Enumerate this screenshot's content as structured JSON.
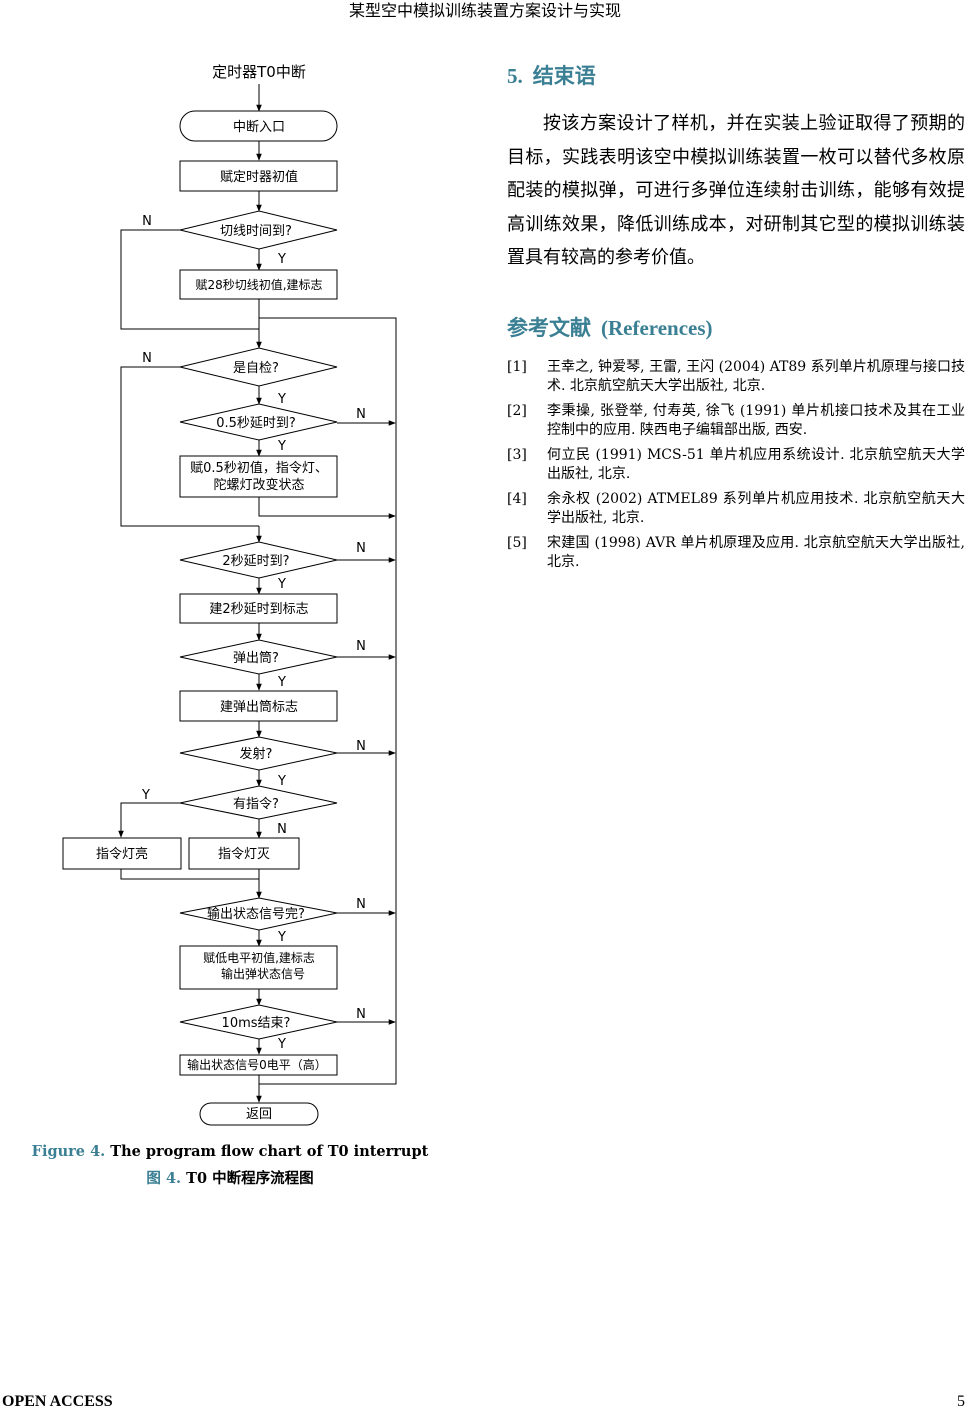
{
  "header": {
    "running_title": "某型空中模拟训练装置方案设计与实现"
  },
  "flowchart": {
    "title": "定时器T0中断",
    "nodes": {
      "entry": "中断入口",
      "init_timer": "赋定时器初值",
      "q_cut_time": "切线时间到?",
      "set_28s": "赋28秒切线初值,建标志",
      "q_self_test": "是自检?",
      "q_05s": "0.5秒延时到?",
      "set_05s_l1": "赋0.5秒初值，指令灯、",
      "set_05s_l2": "陀螺灯改变状态",
      "q_2s": "2秒延时到?",
      "set_2s": "建2秒延时到标志",
      "q_eject": "弹出筒?",
      "set_eject": "建弹出筒标志",
      "q_launch": "发射?",
      "q_command": "有指令?",
      "lamp_on": "指令灯亮",
      "lamp_off": "指令灯灭",
      "q_output_done": "输出状态信号完?",
      "set_low_l1": "赋低电平初值,建标志",
      "set_low_l2": "输出弹状态信号",
      "q_10ms": "10ms结束?",
      "out_high": "输出状态信号0电平（高）",
      "return": "返回"
    },
    "yes": "Y",
    "no": "N"
  },
  "figure": {
    "caption_en_label": "Figure 4.",
    "caption_en_text": "The program flow chart of T0 interrupt",
    "caption_cn_label": "图 4.",
    "caption_cn_text": "T0 中断程序流程图"
  },
  "conclusion": {
    "number": "5.",
    "title": "结束语",
    "body": "按该方案设计了样机，并在实装上验证取得了预期的目标，实践表明该空中模拟训练装置一枚可以替代多枚原配装的模拟弹，可进行多弹位连续射击训练，能够有效提高训练效果，降低训练成本，对研制其它型的模拟训练装置具有较高的参考价值。"
  },
  "references": {
    "title_cn": "参考文献",
    "title_en": "(References)",
    "items": [
      {
        "num": "[1]",
        "text": "王幸之, 钟爱琴, 王雷, 王闪 (2004) AT89 系列单片机原理与接口技术. 北京航空航天大学出版社, 北京."
      },
      {
        "num": "[2]",
        "text": "李秉操, 张登举, 付寿英, 徐飞 (1991) 单片机接口技术及其在工业控制中的应用. 陕西电子编辑部出版, 西安."
      },
      {
        "num": "[3]",
        "text": "何立民 (1991) MCS-51 单片机应用系统设计. 北京航空航天大学出版社, 北京."
      },
      {
        "num": "[4]",
        "text": "余永权 (2002) ATMEL89 系列单片机应用技术. 北京航空航天大学出版社, 北京."
      },
      {
        "num": "[5]",
        "text": "宋建国 (1998) AVR 单片机原理及应用. 北京航空航天大学出版社, 北京."
      }
    ]
  },
  "footer": {
    "access": "OPEN ACCESS",
    "page": "5"
  },
  "colors": {
    "accent": "#3a7f93",
    "text": "#000000",
    "line": "#000000"
  }
}
